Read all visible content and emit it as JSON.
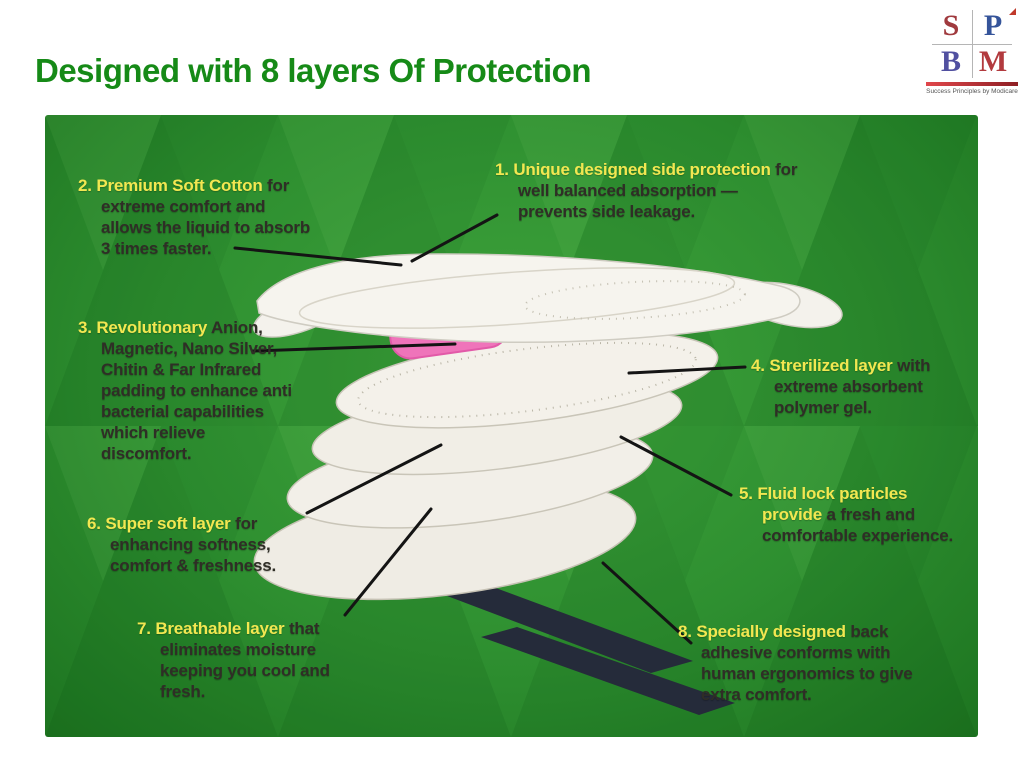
{
  "slide": {
    "title": "Designed with 8 layers Of Protection"
  },
  "logo": {
    "letters": [
      "S",
      "P",
      "B",
      "M"
    ],
    "tagline": "Success Principles by Modicare"
  },
  "annotations": [
    {
      "num": "1.",
      "head": "Unique designed side protection",
      "body": "for well balanced absorption — prevents side leakage."
    },
    {
      "num": "2.",
      "head": "Premium Soft Cotton",
      "body": "for extreme comfort and allows the liquid to absorb 3 times faster."
    },
    {
      "num": "3.",
      "head": "Revolutionary",
      "body": "Anion, Magnetic, Nano Silver, Chitin & Far Infrared padding to enhance anti bacterial capabilities which relieve discomfort."
    },
    {
      "num": "4.",
      "head": "Strerilized layer",
      "body": "with extreme absorbent polymer gel."
    },
    {
      "num": "5.",
      "head": "Fluid lock particles provide",
      "body": "a fresh and comfortable experience."
    },
    {
      "num": "6.",
      "head": "Super soft layer",
      "body": "for enhancing softness, comfort & freshness."
    },
    {
      "num": "7.",
      "head": "Breathable layer",
      "body": "that eliminates moisture keeping you cool and fresh."
    },
    {
      "num": "8.",
      "head": "Specially designed",
      "body": "back adhesive conforms with human ergonomics to give extra comfort."
    }
  ],
  "colors": {
    "title_green": "#168a17",
    "panel_green": "#2e8f30",
    "highlight_yellow": "#f2e751",
    "body_text": "#2f2e26",
    "logo_red": "#a03a3e",
    "logo_blue": "#35549a",
    "adhesive_dark": "#262c38",
    "pad_pink": "#ef74ba"
  }
}
